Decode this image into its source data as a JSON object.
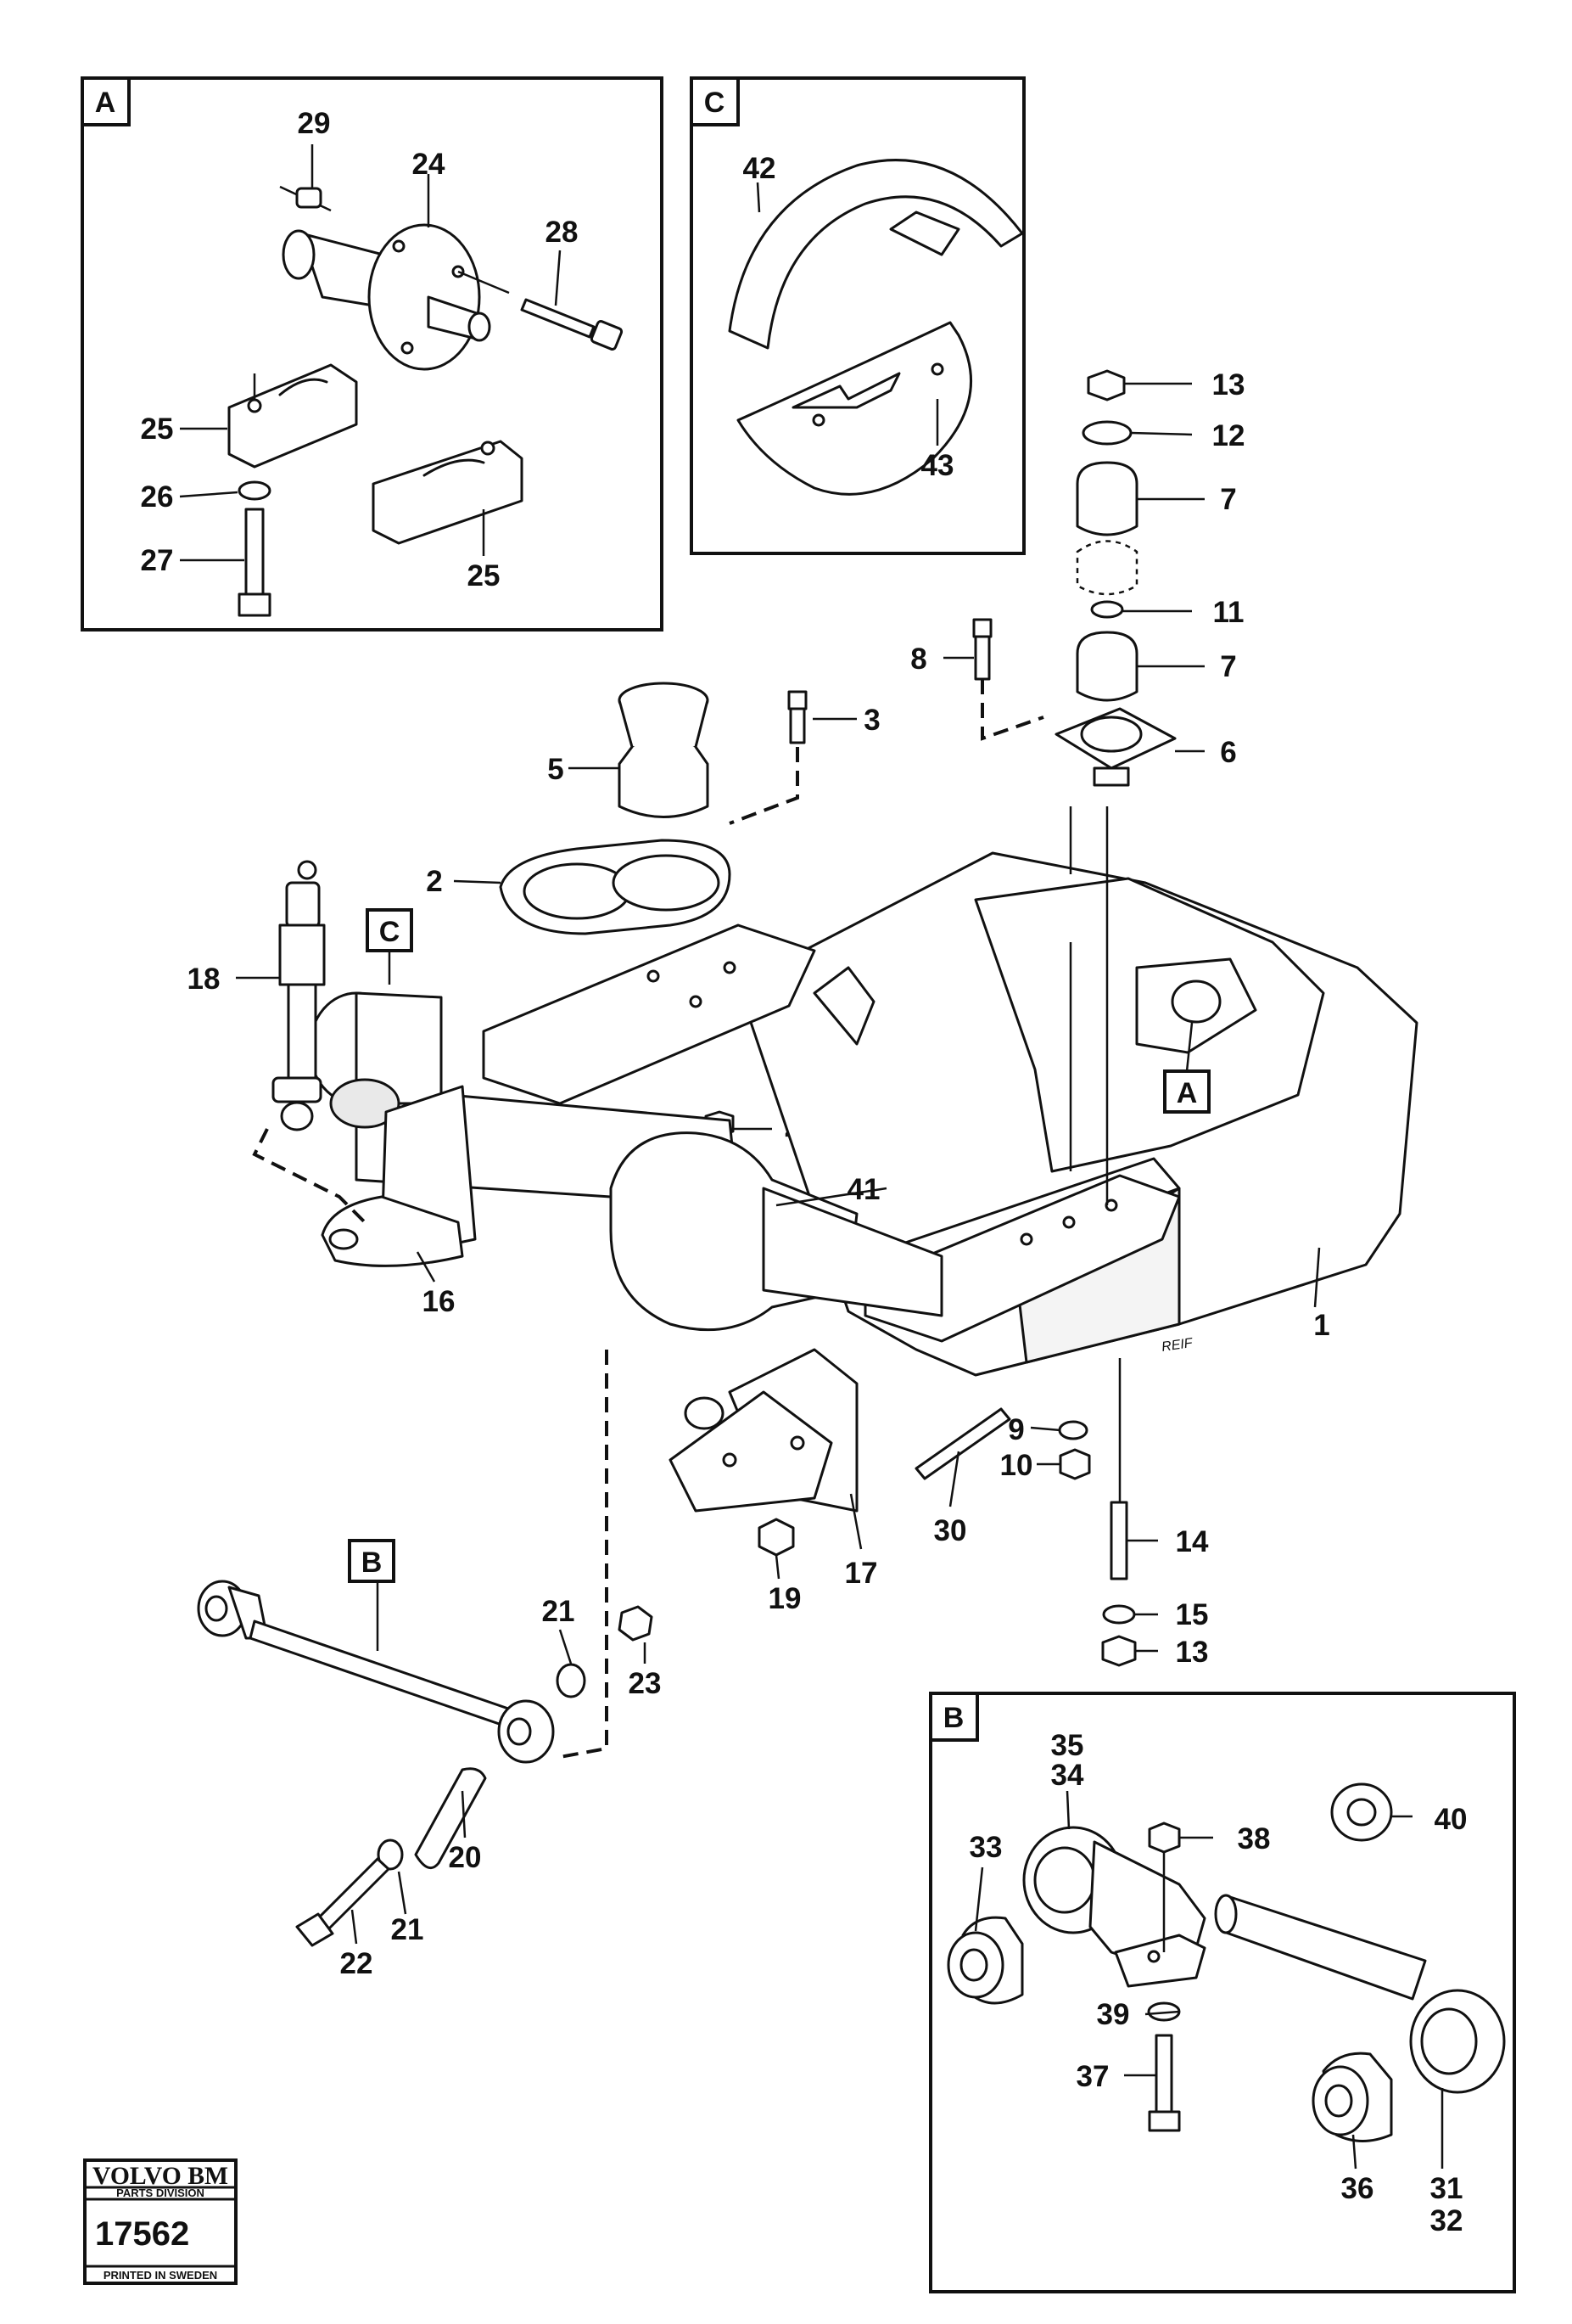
{
  "insets": {
    "A": {
      "letter": "A"
    },
    "B": {
      "letter": "B"
    },
    "C": {
      "letter": "C"
    }
  },
  "frame_tags": {
    "C": "C",
    "A": "A",
    "B": "B"
  },
  "part_numbers": {
    "p1": "1",
    "p2": "2",
    "p3": "3",
    "p4": "4",
    "p5": "5",
    "p6": "6",
    "p7a": "7",
    "p7b": "7",
    "p8": "8",
    "p9": "9",
    "p10": "10",
    "p11": "11",
    "p12": "12",
    "p13a": "13",
    "p13b": "13",
    "p14": "14",
    "p15": "15",
    "p16": "16",
    "p17": "17",
    "p18": "18",
    "p19": "19",
    "p20": "20",
    "p21a": "21",
    "p21b": "21",
    "p22": "22",
    "p23": "23",
    "p24": "24",
    "p25a": "25",
    "p25b": "25",
    "p26": "26",
    "p27": "27",
    "p28": "28",
    "p29": "29",
    "p30": "30",
    "p31": "31",
    "p32": "32",
    "p33": "33",
    "p34": "34",
    "p35": "35",
    "p36": "36",
    "p37": "37",
    "p38": "38",
    "p39": "39",
    "p40": "40",
    "p41": "41",
    "p42": "42",
    "p43": "43"
  },
  "frame_handwriting": "REIF",
  "stamp": {
    "brand": "VOLVO BM",
    "division": "PARTS DIVISION",
    "number": "17562",
    "printed": "PRINTED IN SWEDEN"
  }
}
